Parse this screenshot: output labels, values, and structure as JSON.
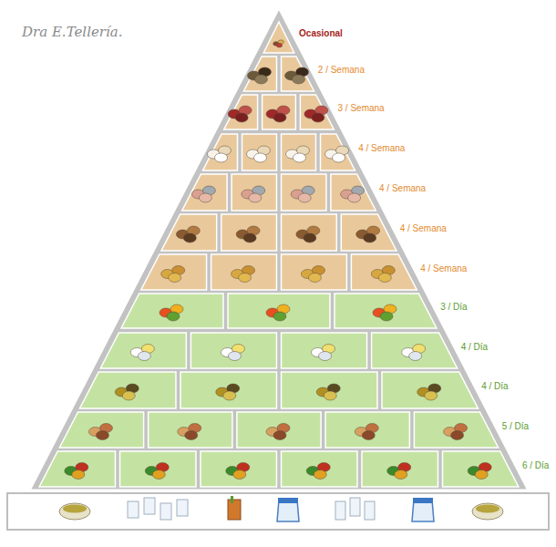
{
  "diagram": {
    "labels": [
      "Dra E.Tellería.",
      "Ocasional",
      "2 / Semana",
      "3 / Semana",
      "4 / Semana",
      "4 / Semana",
      "4 / Semana",
      "4 / Semana",
      "3 / Día",
      "4 / Día",
      "4 / Día",
      "5 / Día",
      "6 / Día"
    ]
  }
}
